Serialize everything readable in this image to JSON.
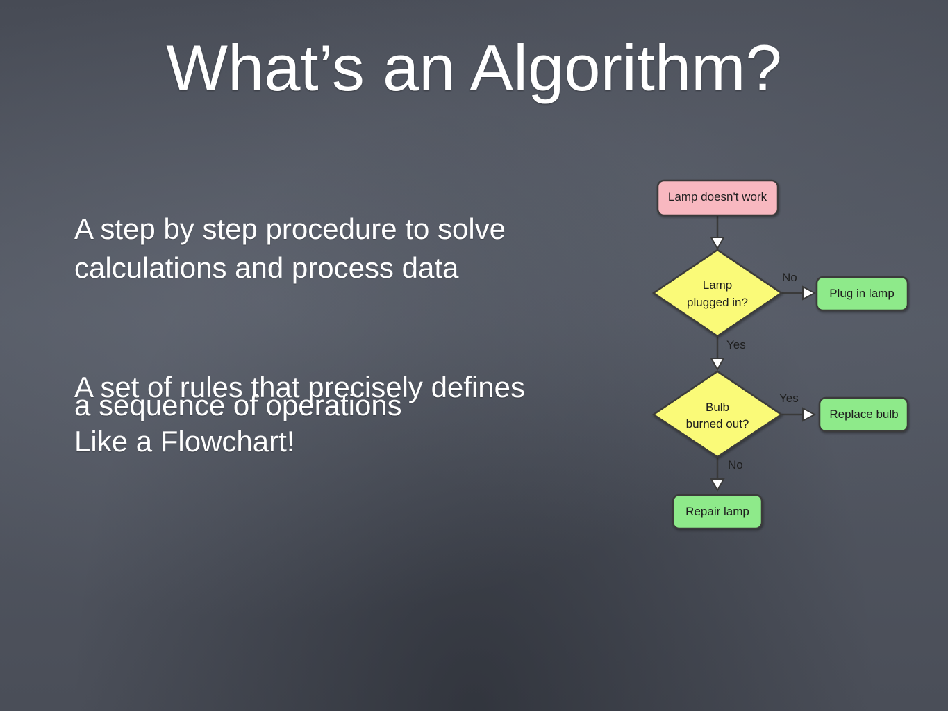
{
  "slide": {
    "title": "What’s an Algorithm?",
    "paragraphs": [
      "A step by step procedure to solve",
      "calculations and process data",
      "A set of rules that precisely defines",
      "a sequence of operations",
      "Like a Flowchart!"
    ]
  },
  "flowchart": {
    "nodes": {
      "start": "Lamp doesn't work",
      "decision1_line1": "Lamp",
      "decision1_line2": "plugged in?",
      "action1": "Plug in lamp",
      "decision2_line1": "Bulb",
      "decision2_line2": "burned out?",
      "action2": "Replace bulb",
      "end": "Repair lamp"
    },
    "edge_labels": {
      "d1_no": "No",
      "d1_yes": "Yes",
      "d2_yes": "Yes",
      "d2_no": "No"
    },
    "colors": {
      "start_fill": "#f8b8c0",
      "decision_fill": "#fafa78",
      "action_fill": "#8eea8a",
      "stroke": "#3a3a3a",
      "arrow_fill": "#ffffff"
    }
  }
}
